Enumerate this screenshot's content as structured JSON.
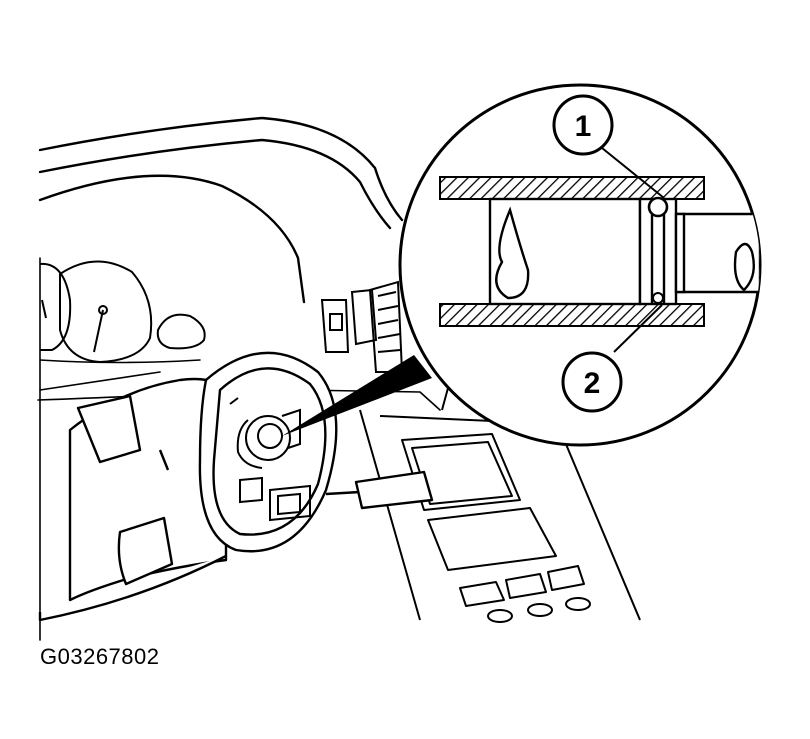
{
  "figure_id": "G03267802",
  "callouts": [
    {
      "label": "1"
    },
    {
      "label": "2"
    }
  ],
  "colors": {
    "line": "#000000",
    "background": "#ffffff"
  }
}
